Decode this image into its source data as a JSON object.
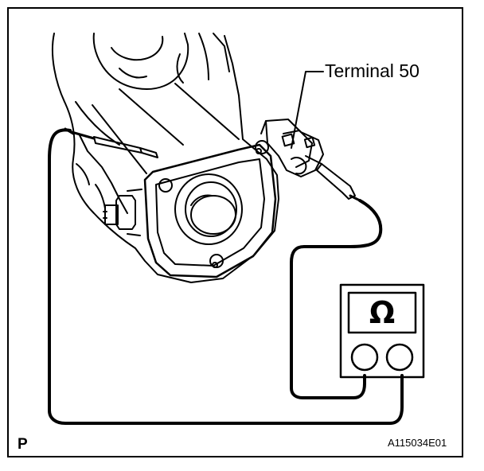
{
  "diagram": {
    "callout_label": "Terminal 50",
    "corner_mark": "P",
    "figure_code": "A115034E01",
    "meter_symbol": "Ω"
  }
}
